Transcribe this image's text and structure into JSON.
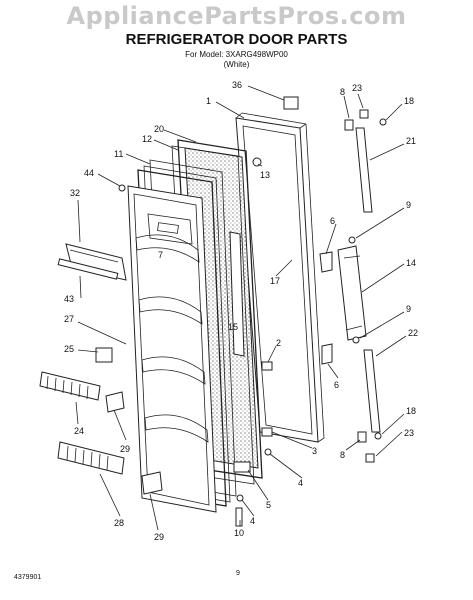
{
  "watermark": "AppliancePartsPros.com",
  "title": "REFRIGERATOR DOOR PARTS",
  "model_line": "For Model: 3XARG498WP00",
  "color_line": "(White)",
  "footer_left": "4379901",
  "footer_page": "9",
  "callouts": {
    "c36": "36",
    "c1": "1",
    "c20": "20",
    "c12": "12",
    "c11": "11",
    "c44": "44",
    "c32": "32",
    "c7": "7",
    "c13": "13",
    "c17": "17",
    "c43": "43",
    "c27": "27",
    "c15": "15",
    "c25": "25",
    "c2": "2",
    "c24": "24",
    "c29a": "29",
    "c28": "28",
    "c29b": "29",
    "c3": "3",
    "c4a": "4",
    "c5": "5",
    "c4b": "4",
    "c10": "10",
    "c8a": "8",
    "c23a": "23",
    "c18a": "18",
    "c21": "21",
    "c6a": "6",
    "c9a": "9",
    "c14": "14",
    "c9b": "9",
    "c22": "22",
    "c6b": "6",
    "c18b": "18",
    "c8b": "8",
    "c23b": "23"
  }
}
